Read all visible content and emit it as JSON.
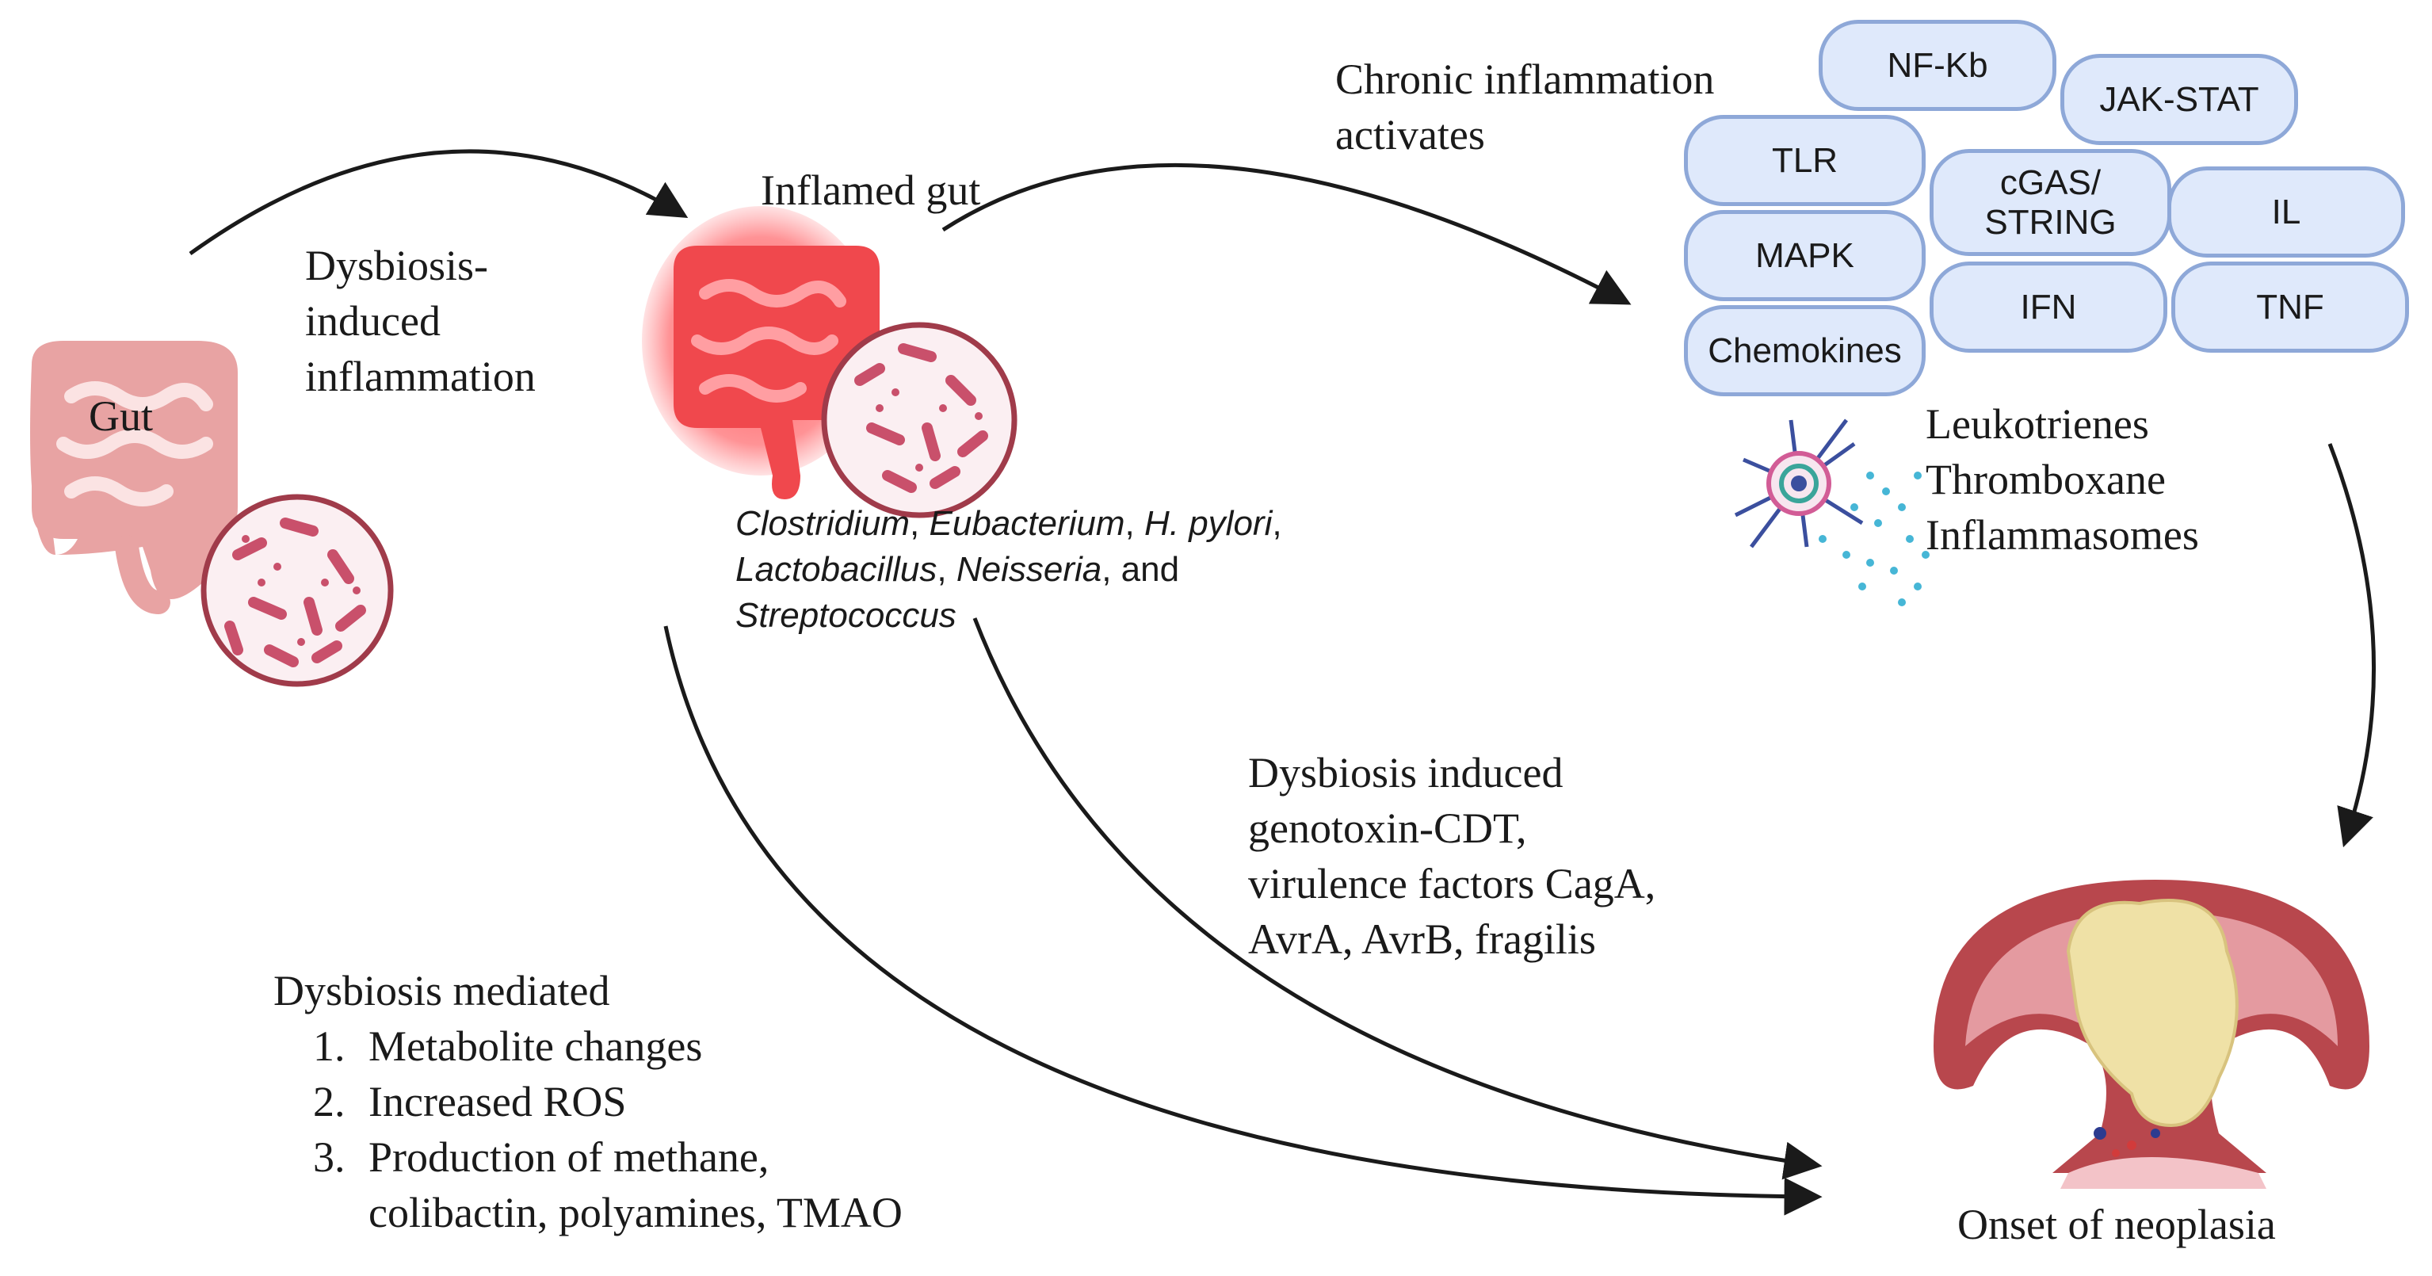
{
  "labels": {
    "gut": "Gut",
    "dysbiosis_induced_inflammation": [
      "Dysbiosis-",
      "induced",
      "inflammation"
    ],
    "inflamed_gut": "Inflamed gut",
    "chronic_inflammation": [
      "Chronic inflammation",
      "activates"
    ],
    "bacteria": {
      "line1": [
        "Clostridium",
        ", ",
        "Eubacterium",
        ", ",
        "H. pylori",
        ","
      ],
      "line2": [
        "Lactobacillus",
        ", ",
        "Neisseria",
        ", and"
      ],
      "line3": [
        "Streptococcus"
      ]
    },
    "mediators": [
      "Leukotrienes",
      "Thromboxane",
      "Inflammasomes"
    ],
    "genotoxin": [
      "Dysbiosis induced",
      "genotoxin-CDT,",
      "virulence factors CagA,",
      "AvrA, AvrB, fragilis"
    ],
    "dysbiosis_mediated": {
      "title": "Dysbiosis mediated",
      "items": [
        {
          "num": "1.",
          "lines": [
            "Metabolite changes"
          ]
        },
        {
          "num": "2.",
          "lines": [
            "Increased ROS"
          ]
        },
        {
          "num": "3.",
          "lines": [
            "Production of methane,",
            "colibactin, polyamines, TMAO"
          ]
        }
      ]
    },
    "onset": "Onset of neoplasia"
  },
  "pathways": [
    "NF-Kb",
    "JAK-STAT",
    "TLR",
    "cGAS/ STRING",
    "IL",
    "MAPK",
    "IFN",
    "TNF",
    "Chemokines"
  ],
  "icons": [
    "healthy-gut-icon",
    "bacteria-circle-icon",
    "inflamed-gut-icon",
    "immune-cell-icon",
    "tumor-icon"
  ],
  "colors": {
    "pill_fill": "#dfe9fb",
    "pill_border": "#8ea8d8",
    "healthy_gut": "#e8a3a3",
    "inflamed_gut": "#f0484d",
    "bacteria_rod": "#c9506b",
    "tumor_outer": "#b8474d",
    "tumor_core": "#efe1a6"
  }
}
